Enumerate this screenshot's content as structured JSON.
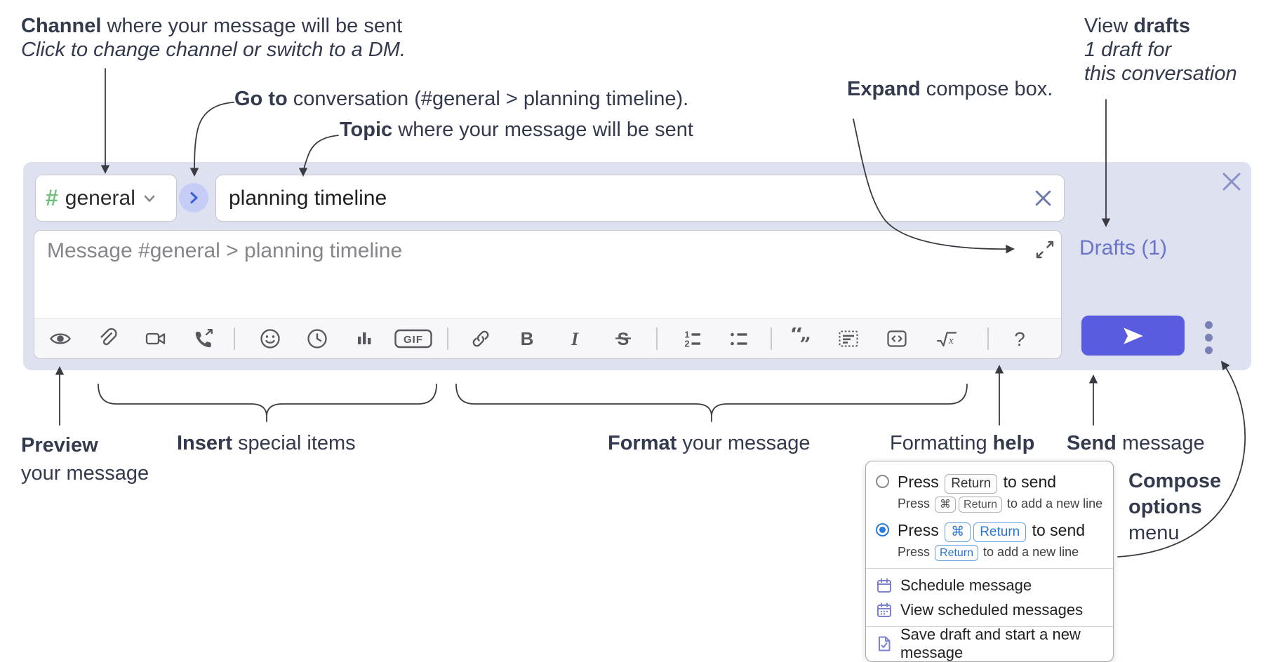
{
  "annotations": {
    "channel": {
      "bold": "Channel",
      "rest": " where your message will be sent",
      "sub": "Click to change channel or switch to a DM."
    },
    "go_to": {
      "bold": "Go to",
      "rest": " conversation (#general > planning timeline)."
    },
    "topic": {
      "bold": "Topic",
      "rest": " where your message will be sent"
    },
    "expand": {
      "bold": "Expand",
      "rest": " compose box."
    },
    "view_drafts": {
      "pre": "View ",
      "bold": "drafts",
      "line2": "1 draft for",
      "line3": "this conversation"
    },
    "preview": {
      "bold": "Preview",
      "line2": "your message"
    },
    "insert": {
      "bold": "Insert",
      "rest": " special items"
    },
    "format": {
      "bold": "Format",
      "rest": " your message"
    },
    "formatting_help": {
      "pre": "Formatting ",
      "bold": "help"
    },
    "send": {
      "bold": "Send",
      "rest": " message"
    },
    "compose_options": {
      "bold_line1": "Compose",
      "bold_line2": "options",
      "line3": "menu"
    }
  },
  "compose": {
    "channel_selector": {
      "hash": "#",
      "name": "general"
    },
    "topic_input": {
      "value": "planning timeline"
    },
    "message_input": {
      "placeholder": "Message #general > planning timeline"
    },
    "drafts_link": "Drafts (1)",
    "toolbar": {
      "gif": "GIF",
      "bold": "B",
      "italic": "I",
      "strike": "S",
      "help": "?",
      "list_one": "1",
      "list_two": "2",
      "math_x": "x",
      "quote_open": "“",
      "quote_close": "„"
    }
  },
  "compose_options_menu": {
    "option_enter": {
      "press": "Press ",
      "key_return": "Return",
      "to_send": " to send",
      "sub_press": "Press ",
      "sub_key_cmd": "⌘",
      "sub_key_return": "Return",
      "sub_rest": " to add a new line"
    },
    "option_cmd_enter": {
      "press": "Press ",
      "key_cmd": "⌘",
      "key_return": "Return",
      "to_send": " to send",
      "sub_press": "Press ",
      "sub_key_return": "Return",
      "sub_rest": " to add a new line"
    },
    "items": {
      "schedule": "Schedule message",
      "view_scheduled": "View scheduled messages",
      "save_draft": "Save draft and start a new message"
    }
  },
  "colors": {
    "compose_bg": "#dee1f0",
    "send_accent": "#5a5ce0",
    "drafts_link": "#6b74c8",
    "channel_hash_green": "#72bf80",
    "goto_chevron_blue": "#3e61d5",
    "radio_selected_blue": "#2b7ad8",
    "menu_icon_purple": "#7c82cf",
    "toolbar_icon_gray": "#57575e"
  }
}
